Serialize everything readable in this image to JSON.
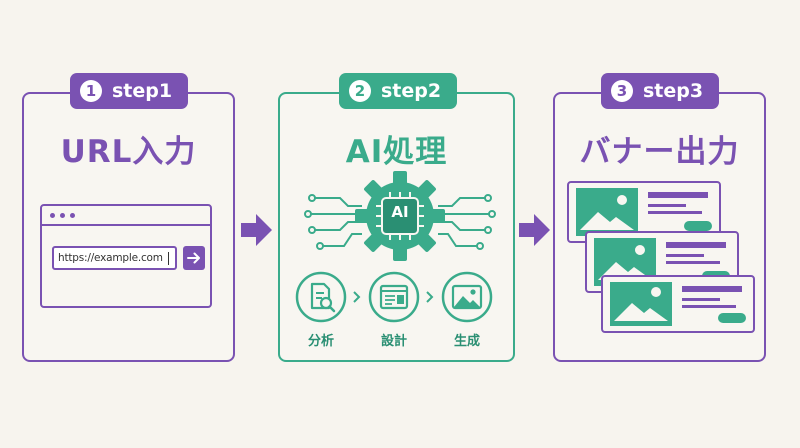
{
  "steps": [
    {
      "number": "1",
      "label": "step1",
      "title": "URL入力"
    },
    {
      "number": "2",
      "label": "step2",
      "title": "AI処理"
    },
    {
      "number": "3",
      "label": "step3",
      "title": "バナー出力"
    }
  ],
  "browser": {
    "url": "https://example.com"
  },
  "ai": {
    "chip_label": "AI",
    "substeps": [
      {
        "label": "分析",
        "icon": "document-magnifier-icon"
      },
      {
        "label": "設計",
        "icon": "layout-wireframe-icon"
      },
      {
        "label": "生成",
        "icon": "image-icon"
      }
    ]
  },
  "colors": {
    "purple": "#7a52b2",
    "green": "#3aab8b",
    "background": "#f7f4ee"
  }
}
